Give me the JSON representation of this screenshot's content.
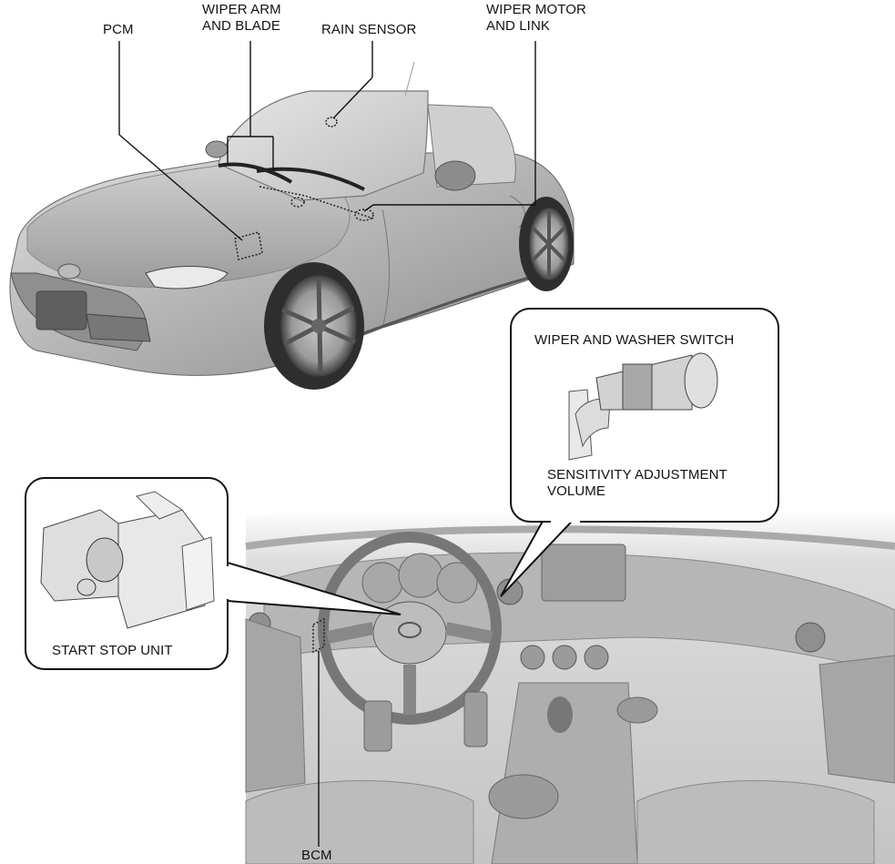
{
  "labels": {
    "pcm": "PCM",
    "wiper_arm_blade": "WIPER ARM\nAND BLADE",
    "rain_sensor": "RAIN SENSOR",
    "wiper_motor_link": "WIPER MOTOR\nAND LINK",
    "wiper_washer_switch": "WIPER AND WASHER SWITCH",
    "sensitivity_adjustment": "SENSITIVITY ADJUSTMENT\nVOLUME",
    "start_stop_unit": "START STOP UNIT",
    "bcm": "BCM"
  },
  "colors": {
    "line": "#111111",
    "body_light": "#d8d8d8",
    "body_mid": "#a9a9a9",
    "body_dark": "#6f6f6f",
    "interior": "#c9c9c9"
  }
}
